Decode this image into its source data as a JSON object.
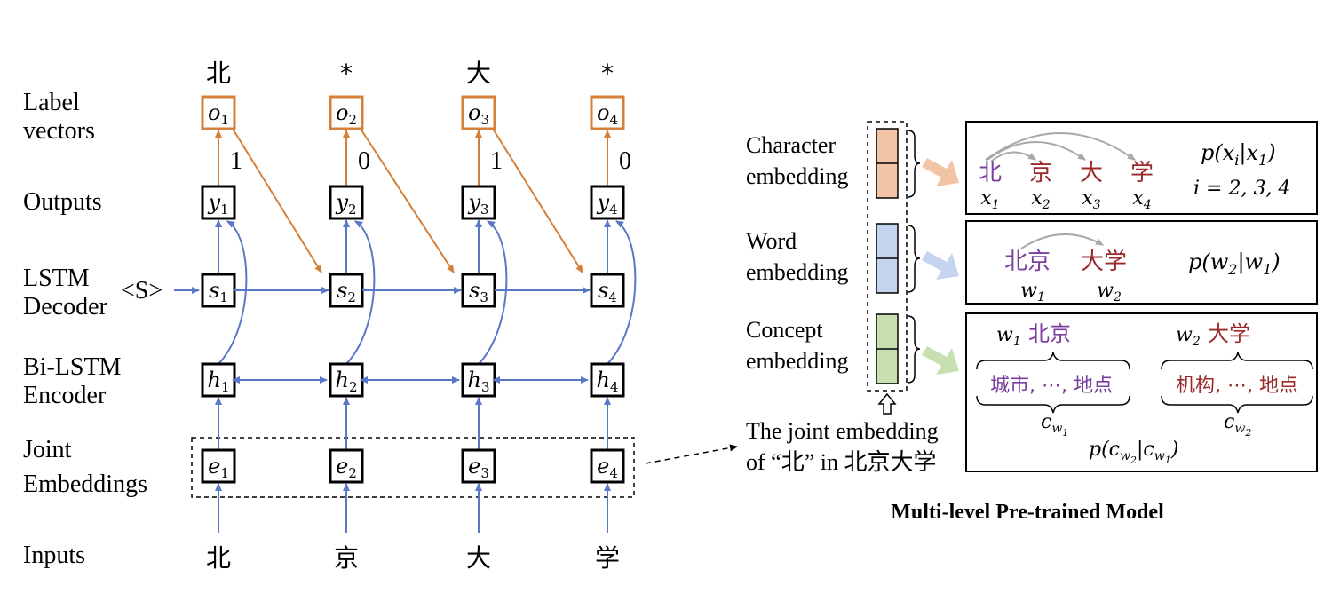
{
  "left": {
    "row_labels": {
      "label_vectors_1": "Label",
      "label_vectors_2": "vectors",
      "outputs": "Outputs",
      "lstm_1": "LSTM",
      "lstm_2": "Decoder",
      "start": "<S>",
      "bilstm_1": "Bi-LSTM",
      "bilstm_2": "Encoder",
      "joint_1": "Joint",
      "joint_2": "Embeddings",
      "inputs": "Inputs"
    },
    "top_chars": [
      "北",
      "*",
      "大",
      "*"
    ],
    "input_chars": [
      "北",
      "京",
      "大",
      "学"
    ],
    "label_nums": [
      "1",
      "0",
      "1",
      "0"
    ],
    "o": [
      "o",
      "o",
      "o",
      "o"
    ],
    "y": [
      "y",
      "y",
      "y",
      "y"
    ],
    "s": [
      "s",
      "s",
      "s",
      "s"
    ],
    "h": [
      "h",
      "h",
      "h",
      "h"
    ],
    "e": [
      "e",
      "e",
      "e",
      "e"
    ],
    "subs": [
      "1",
      "2",
      "3",
      "4"
    ]
  },
  "right": {
    "char_emb_1": "Character",
    "char_emb_2": "embedding",
    "word_emb_1": "Word",
    "word_emb_2": "embedding",
    "concept_emb_1": "Concept",
    "concept_emb_2": "embedding",
    "joint_1": "The joint embedding",
    "joint_2": "of “北” in 北京大学",
    "title": "Multi-level Pre-trained Model",
    "char_box": {
      "chars": [
        "北",
        "京",
        "大",
        "学"
      ],
      "xs": [
        "x",
        "x",
        "x",
        "x"
      ],
      "subs": [
        "1",
        "2",
        "3",
        "4"
      ],
      "prob": "p(x",
      "prob_i": "i",
      "prob_mid": "|x",
      "prob_1": "1",
      "prob_end": ")",
      "range": "i = 2, 3, 4"
    },
    "word_box": {
      "w1_text": "北京",
      "w2_text": "大学",
      "w": "w",
      "sub1": "1",
      "sub2": "2",
      "prob": "p(w",
      "prob_2": "2",
      "prob_mid": "|w",
      "prob_1": "1",
      "prob_end": ")"
    },
    "concept_box": {
      "w1_label": "北京",
      "w2_label": "大学",
      "w": "w",
      "sub1": "1",
      "sub2": "2",
      "c1_list": "城市, ⋯, 地点",
      "c2_list": "机构, ⋯, 地点",
      "c": "c",
      "prob": "p(c",
      "prob_mid": "|c",
      "prob_end": ")"
    }
  },
  "colors": {
    "blue": "#5a78c8",
    "orange": "#d47f3a",
    "purple": "#7b3fa0",
    "darkred": "#9b2a2a",
    "char_fill": "#f2c4a6",
    "word_fill": "#c5d4ee",
    "concept_fill": "#c8dfb2"
  }
}
